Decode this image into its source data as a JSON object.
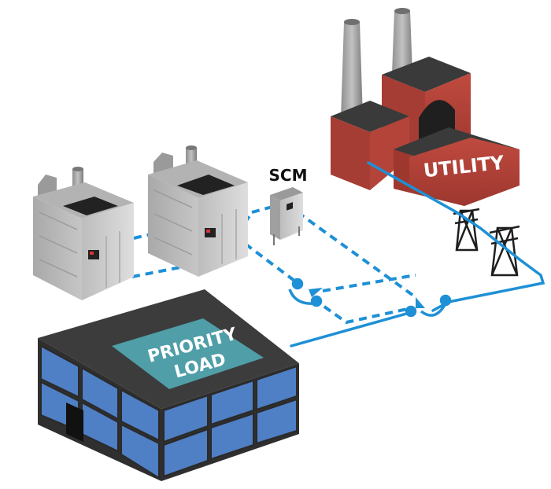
{
  "labels": {
    "utility": "UTILITY",
    "scm": "SCM",
    "priority_line1": "PRIORITY",
    "priority_line2": "LOAD"
  },
  "colors": {
    "utility_red": "#b5433a",
    "roof_dark": "#3b3b3b",
    "line_blue": "#1e90d6",
    "building_glass": "#4f7fc4",
    "building_teal": "#4f9ea8",
    "cabinet_gray": "#c9c9c9"
  }
}
